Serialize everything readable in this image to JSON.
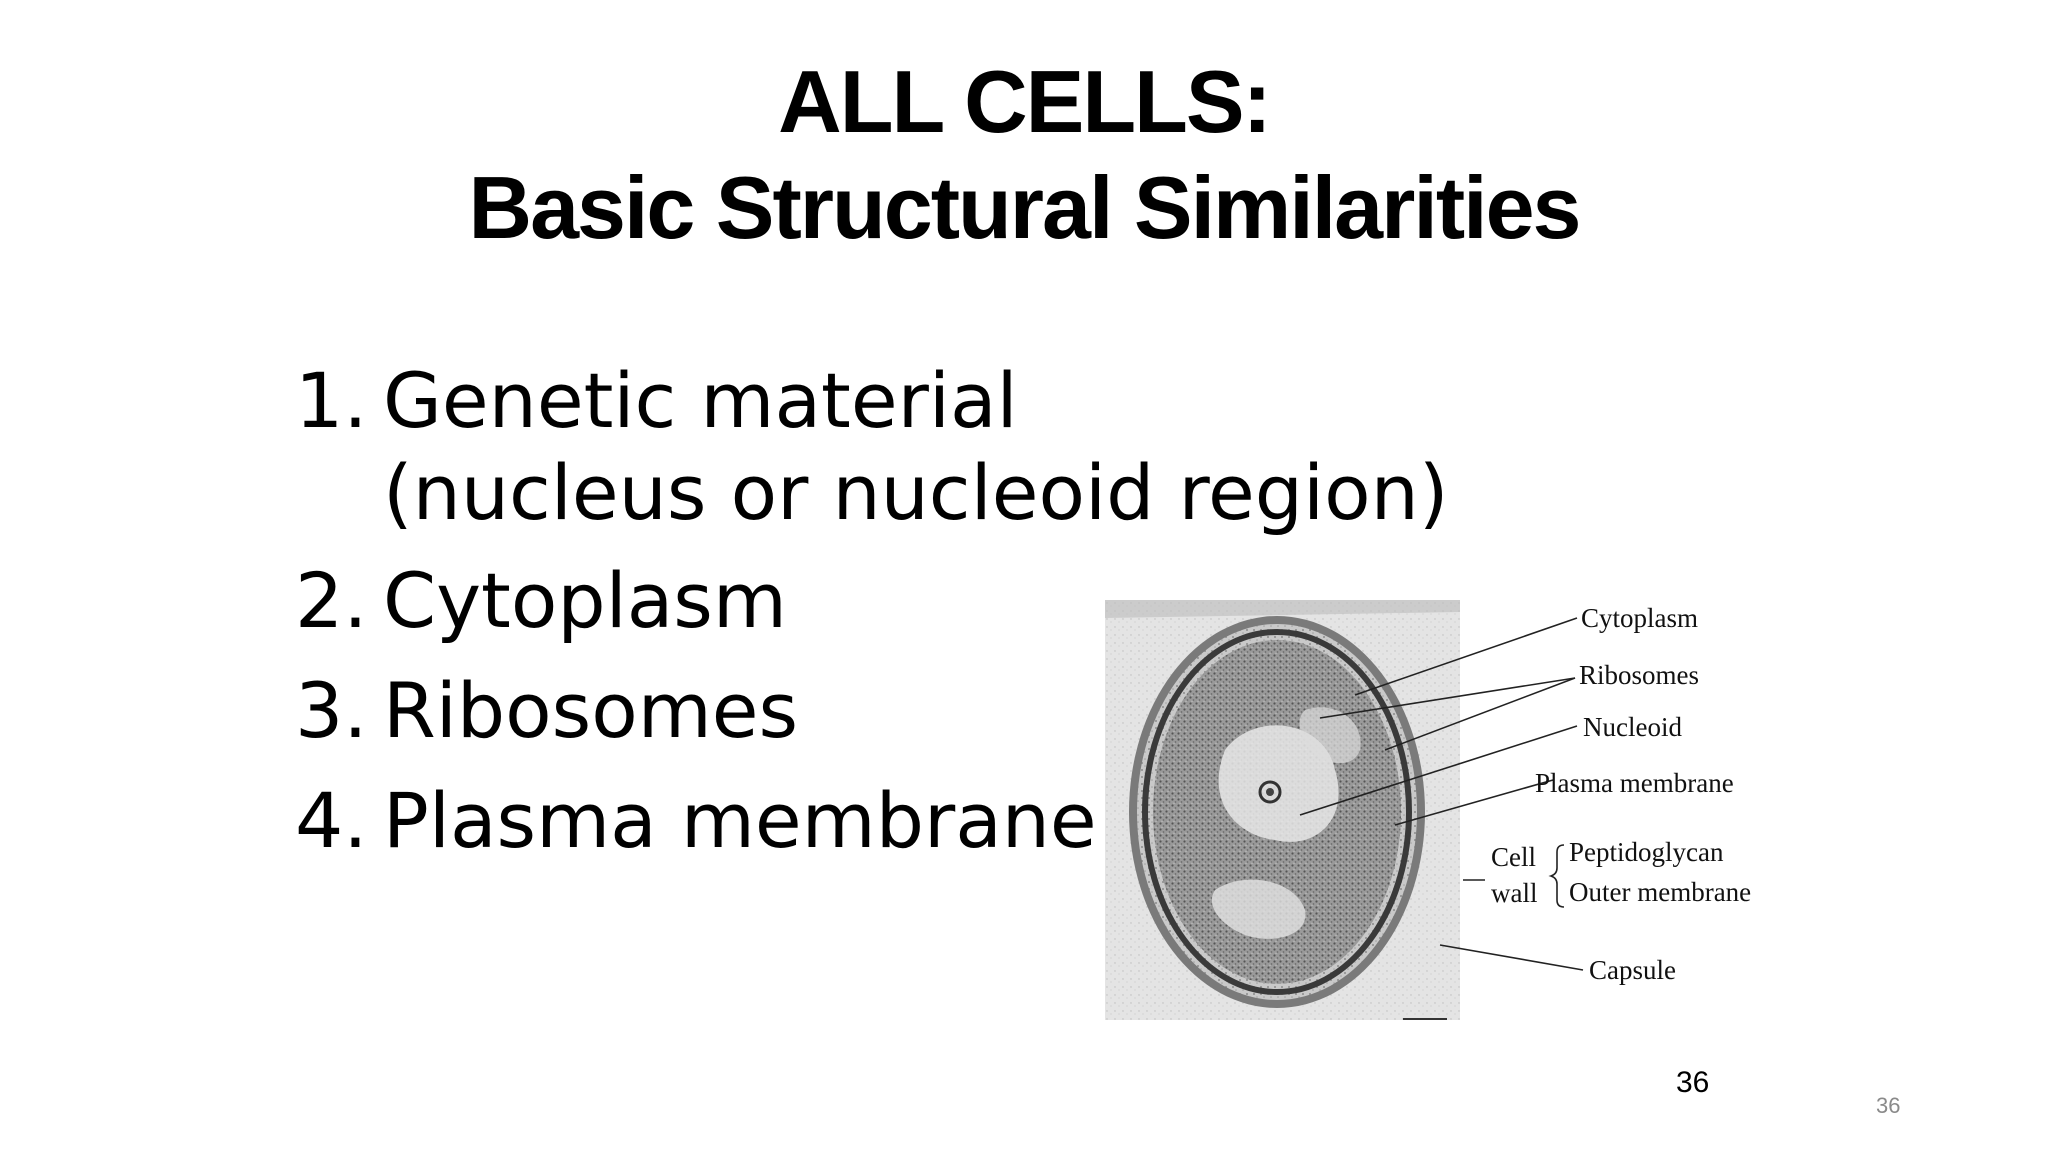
{
  "slide": {
    "title_line1": "ALL CELLS:",
    "title_line2": "Basic Structural Similarities",
    "items": [
      {
        "num": "1.",
        "text": "Genetic material",
        "text2": "(nucleus or nucleoid region)"
      },
      {
        "num": "2.",
        "text": "Cytoplasm"
      },
      {
        "num": "3.",
        "text": "Ribosomes"
      },
      {
        "num": "4.",
        "text": "Plasma membrane"
      }
    ],
    "figure_labels": {
      "cytoplasm": "Cytoplasm",
      "ribosomes": "Ribosomes",
      "nucleoid": "Nucleoid",
      "plasma_membrane": "Plasma membrane",
      "cell": "Cell",
      "wall": "wall",
      "peptidoglycan": "Peptidoglycan",
      "outer_membrane": "Outer membrane",
      "capsule": "Capsule"
    },
    "page_number_center": "36",
    "page_number_corner": "36"
  }
}
